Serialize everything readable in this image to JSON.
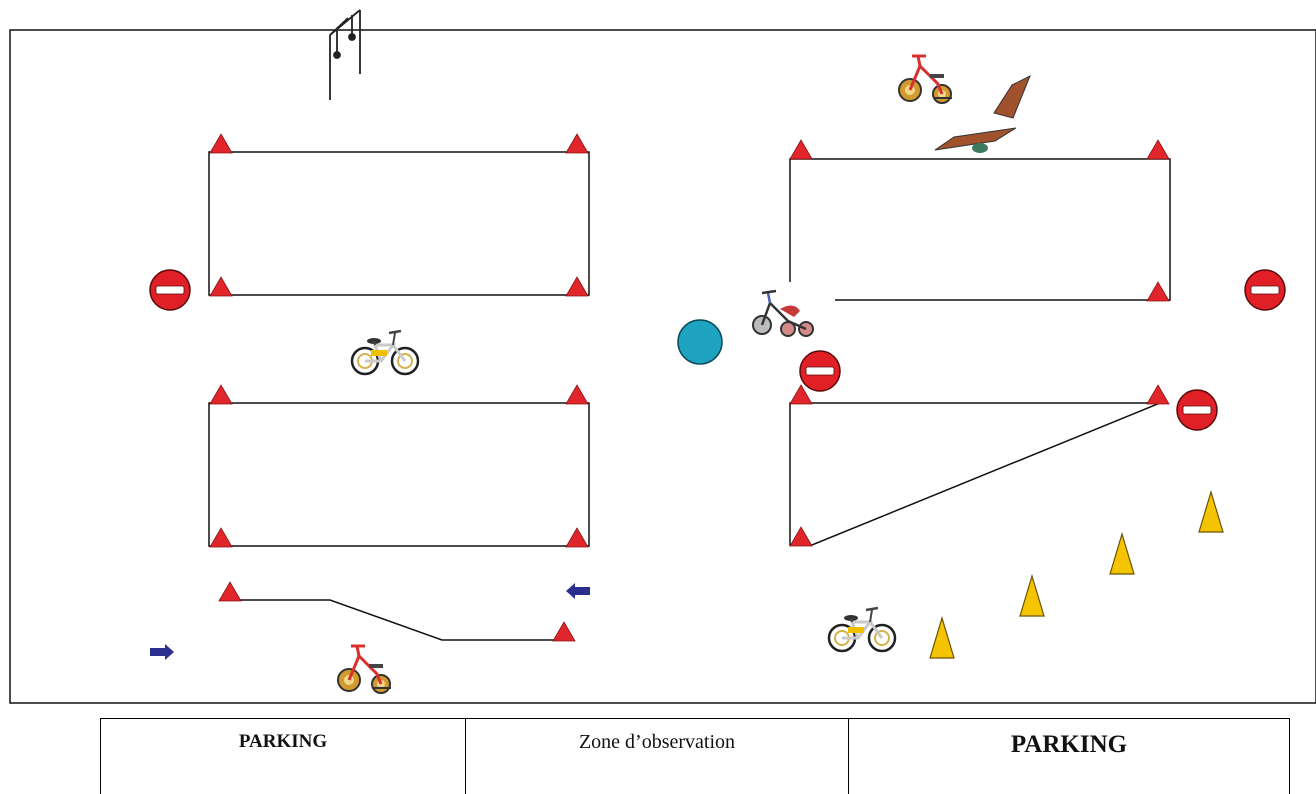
{
  "legend": {
    "left_zone": "PARKING",
    "middle_zone": "Zone d’observation",
    "right_zone": "PARKING"
  },
  "colors": {
    "cone_red": "#e0262b",
    "stop_sign": "#e11f27",
    "round_marker": "#1ea3c0",
    "arrow": "#2a2f8f",
    "yellow_cone": "#f5c400",
    "plank": "#a0522d"
  },
  "icons": [
    "swing-frame-icon",
    "tricycle-icon",
    "bicycle-icon",
    "ramp-icon",
    "no-entry-sign-icon",
    "direction-arrow-icon",
    "traffic-cone-icon",
    "round-marker-icon"
  ]
}
